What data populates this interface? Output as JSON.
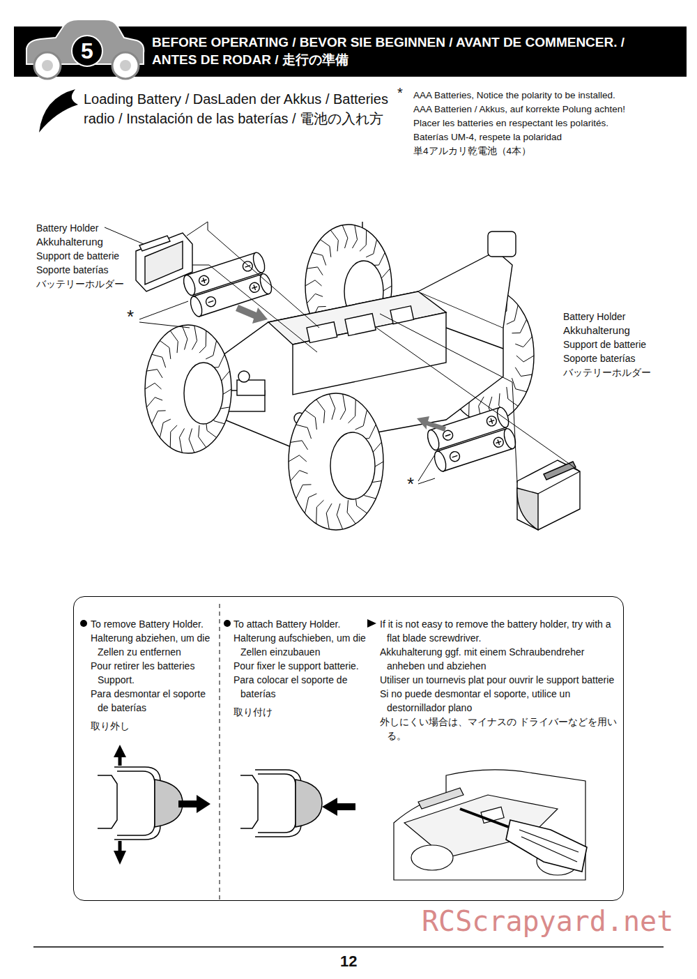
{
  "diagram": {
    "title": "BEFORE OPERATING / BEVOR SIE BEGINNEN / AVANT DE COMMENCER. / ANTES DE RODAR / 走行の準備",
    "nodes": [
      {
        "text": [
          "5"
        ]
      },
      {
        "text": [
          "To remove Battery Holder.",
          "Halterung abziehen, um die Zellen zu entfernen",
          "Pour retirer les batteries Support.",
          "Para desmontar el soporte de baterías",
          "取り外し",
          "To attach Battery Holder.",
          "Halterung aufschieben, um die Zellen einzubauen",
          "Pour fixer le support batterie.",
          "Para colocar el soporte de baterías",
          "取り付け",
          "If it is not easy to remove the battery holder, try with a flat blade screwdriver.",
          "Akkuhalterung ggf. mit einem Schraubendreher anheben und abziehen",
          "Utiliser un tournevis plat pour ouvrir le support batterie",
          "Si no puede desmontar el soporte, utilice un destornillador plano",
          "外しにくい場合は、マイナスの ドライバーなどを用いる。"
        ]
      }
    ],
    "labels": [
      "Loading Battery / DasLaden der Akkus / Batteries radio / Instalación de las baterías / 電池の入れ方",
      "*",
      "AAA Batteries, Notice the polarity to be installed.",
      "AAA Batterien / Akkus, auf korrekte Polung achten!",
      "Placer les batteries en respectant les polarités.",
      "Baterías UM-4, respete la polaridad",
      "単4アルカリ乾電池（4本）",
      "Battery Holder",
      "Akkuhalterung",
      "Support de batterie",
      "Soporte baterías",
      "バッテリーホルダー",
      "*",
      "Battery Holder",
      "Akkuhalterung",
      "Support de batterie",
      "Soporte baterías",
      "バッテリーホルダー",
      "*",
      "12",
      "RCScrapyard.net"
    ]
  }
}
